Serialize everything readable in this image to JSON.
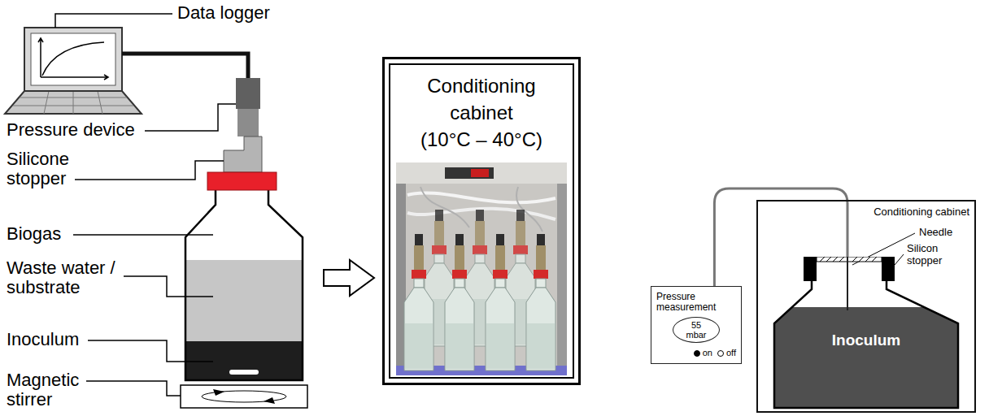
{
  "diagram": {
    "nodes": [
      {
        "text": [
          "Conditioning cabinet",
          "(10°C – 40°C)"
        ]
      },
      {
        "text": [
          "Pressure measurement",
          "on",
          "off"
        ]
      },
      {
        "text": [
          "55 mbar"
        ],
        "in": 1
      },
      {
        "text": [
          "Conditioning cabinet"
        ]
      },
      {
        "text": [
          "Inoculum"
        ],
        "in": 3
      }
    ],
    "edges": [
      {
        "from": 1,
        "to": 4,
        "arrow": "none"
      }
    ],
    "labels": [
      "Data logger",
      "Pressure device",
      "Silicone stopper",
      "Biogas",
      "Waste water / substrate",
      "Inoculum",
      "Magnetic stirrer",
      "Needle",
      "Silicon stopper"
    ]
  }
}
